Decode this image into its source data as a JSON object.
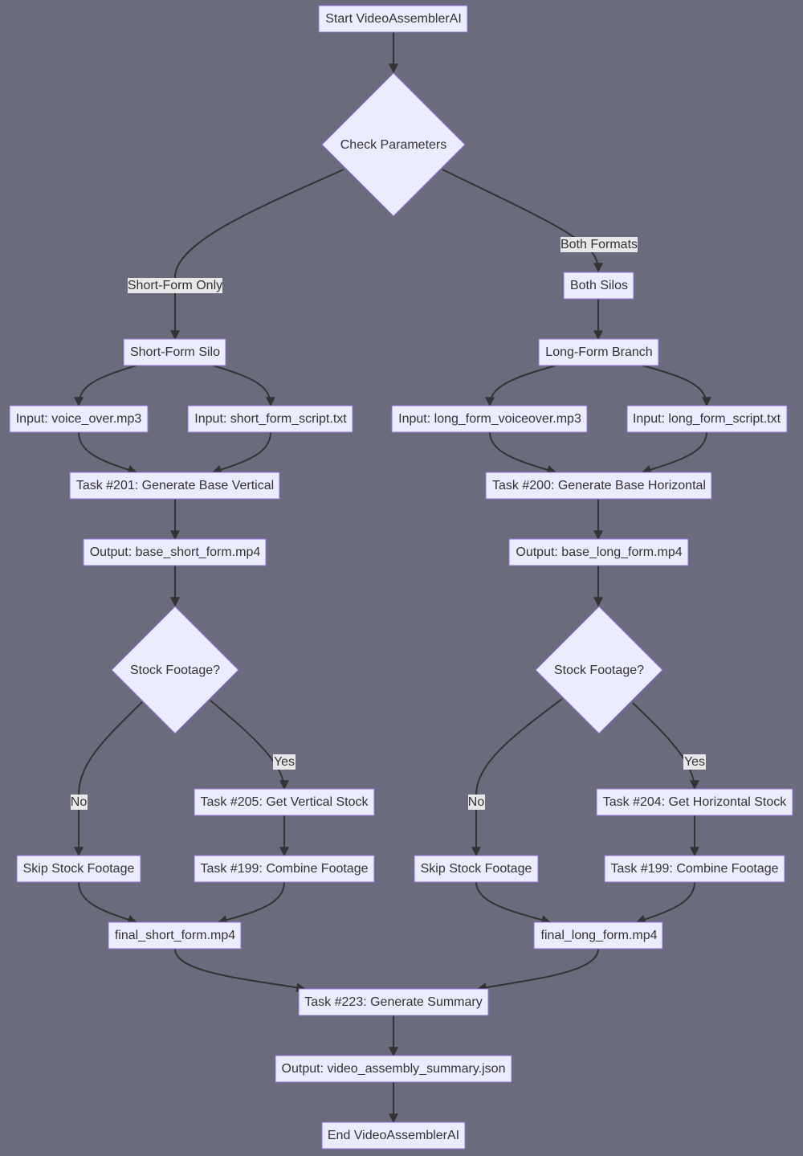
{
  "nodes": {
    "start": "Start VideoAssemblerAI",
    "check_params": "Check Parameters",
    "short_silo": "Short-Form Silo",
    "both_silos": "Both Silos",
    "long_branch": "Long-Form Branch",
    "in_voice": "Input: voice_over.mp3",
    "in_short_script": "Input: short_form_script.txt",
    "in_long_voice": "Input: long_form_voiceover.mp3",
    "in_long_script": "Input: long_form_script.txt",
    "task201": "Task #201: Generate Base Vertical",
    "task200": "Task #200: Generate Base Horizontal",
    "out_short": "Output: base_short_form.mp4",
    "out_long": "Output: base_long_form.mp4",
    "stock_left": "Stock Footage?",
    "stock_right": "Stock Footage?",
    "skip_left": "Skip Stock Footage",
    "task205": "Task #205: Get Vertical Stock",
    "task199_left": "Task #199: Combine Footage",
    "skip_right": "Skip Stock Footage",
    "task204": "Task #204: Get Horizontal Stock",
    "task199_right": "Task #199: Combine Footage",
    "final_short": "final_short_form.mp4",
    "final_long": "final_long_form.mp4",
    "task223": "Task #223: Generate Summary",
    "out_summary": "Output: video_assembly_summary.json",
    "end": "End VideoAssemblerAI"
  },
  "edge_labels": {
    "short_only": "Short-Form Only",
    "both_formats": "Both Formats",
    "no_left": "No",
    "yes_left": "Yes",
    "no_right": "No",
    "yes_right": "Yes"
  },
  "colors": {
    "background": "#6b6b7e",
    "node_fill": "#ececff",
    "node_stroke": "#9370db",
    "edge": "#333333",
    "label_bg": "#e8e8e8"
  }
}
